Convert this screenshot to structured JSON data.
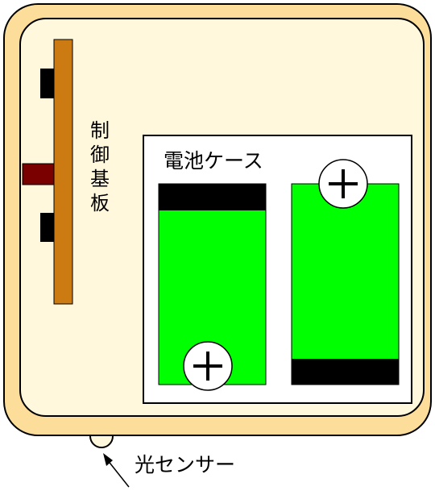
{
  "labels": {
    "control_board": [
      "制",
      "御",
      "基",
      "板"
    ],
    "battery_case": "電池ケース",
    "light_sensor": "光センサー",
    "plus": "+"
  },
  "colors": {
    "outer_case": "#fddd9a",
    "inner_panel": "#fff8dd",
    "board": "#cc7a12",
    "connector_dark": "#000000",
    "connector_red": "#7a0000",
    "battery_body": "#00ff00",
    "battery_terminal": "#000000",
    "battery_case_bg": "#ffffff"
  },
  "icons": {
    "plus_terminal": "plus-circle-icon",
    "arrow": "arrow-up-left-icon"
  }
}
